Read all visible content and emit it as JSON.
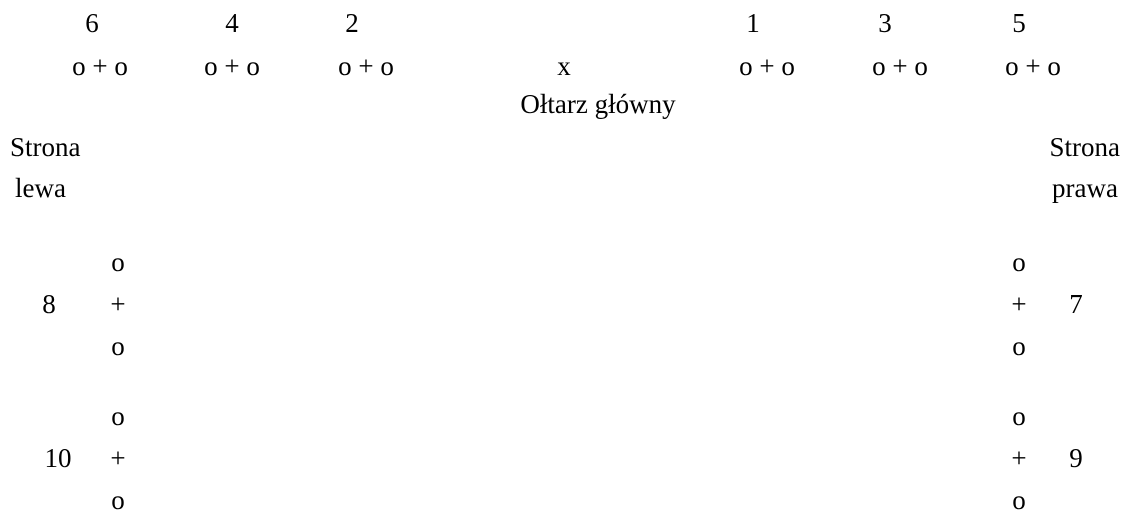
{
  "top_row": {
    "numbers": [
      "6",
      "4",
      "2",
      "1",
      "3",
      "5"
    ],
    "seats": [
      "o + o",
      "o + o",
      "o + o",
      "x",
      "o + o",
      "o + o",
      "o + o"
    ]
  },
  "altar_label": "Ołtarz główny",
  "left_side": {
    "label_line1": "Strona",
    "label_line2": "lewa",
    "groups": [
      {
        "number": "8",
        "top": "o",
        "mid": "+",
        "bottom": "o"
      },
      {
        "number": "10",
        "top": "o",
        "mid": "+",
        "bottom": "o"
      }
    ]
  },
  "right_side": {
    "label_line1": "Strona",
    "label_line2": "prawa",
    "groups": [
      {
        "number": "7",
        "top": "o",
        "mid": "+",
        "bottom": "o"
      },
      {
        "number": "9",
        "top": "o",
        "mid": "+",
        "bottom": "o"
      }
    ]
  }
}
